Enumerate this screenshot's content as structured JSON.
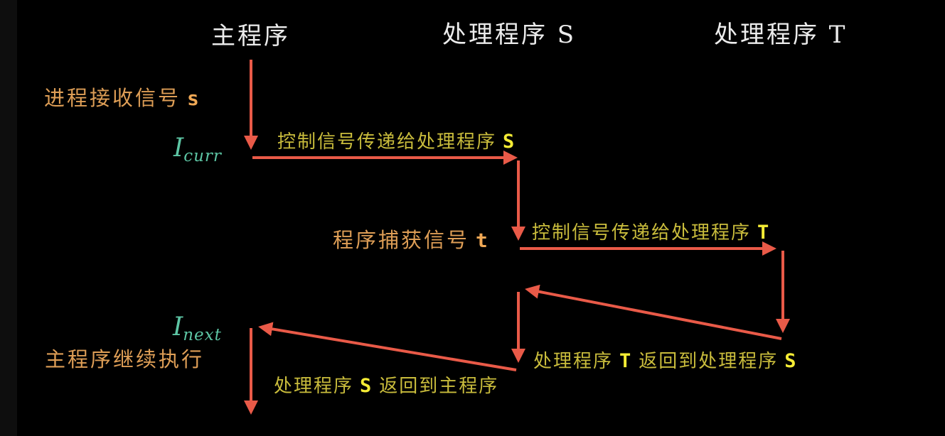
{
  "colors": {
    "background": "#000000",
    "header_text": "#ececec",
    "orange_text": "#de9e56",
    "orange_letter": "#f0a855",
    "yellow_text": "#c9bc3c",
    "yellow_letter": "#f5ec35",
    "math_teal": "#5dc5a4",
    "arrow_red": "#e95a48"
  },
  "headers": {
    "main": "主程序",
    "handler_s": "处理程序 S",
    "handler_t": "处理程序 T"
  },
  "labels": {
    "receive_signal": {
      "text": "进程接收信号",
      "signal": "s"
    },
    "pass_to_s": {
      "text": "控制信号传递给处理程序",
      "handler": "S"
    },
    "catch_signal": {
      "text": "程序捕获信号",
      "signal": "t"
    },
    "pass_to_t": {
      "text": "控制信号传递给处理程序",
      "handler": "T"
    },
    "t_returns": {
      "pre": "处理程序",
      "h1": "T",
      "mid": "返回到处理程序",
      "h2": "S"
    },
    "s_returns": {
      "pre": "处理程序",
      "h1": "S",
      "mid": "返回到主程序"
    },
    "continue_main": {
      "text": "主程序继续执行"
    }
  },
  "math": {
    "i_curr": {
      "base": "I",
      "sub": "curr"
    },
    "i_next": {
      "base": "I",
      "sub": "next"
    }
  },
  "arrows": {
    "names": [
      "main-timeline-top",
      "icurr-to-handler-s",
      "handler-s-run-down",
      "handler-s-to-handler-t",
      "handler-t-run-down",
      "handler-t-return-to-s",
      "handler-s-continue-down",
      "handler-s-return-to-main",
      "main-timeline-bottom"
    ]
  }
}
